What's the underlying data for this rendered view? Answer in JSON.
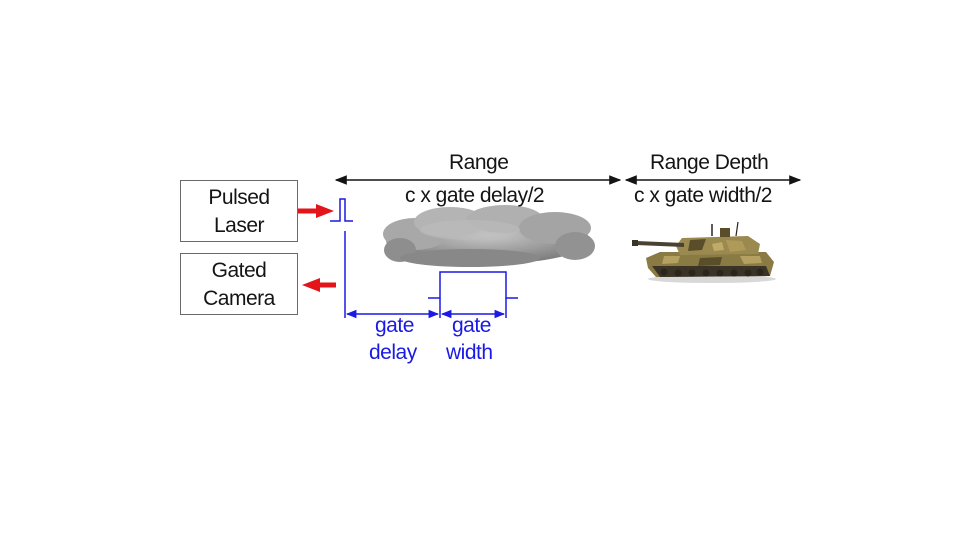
{
  "boxes": {
    "laser": {
      "line1": "Pulsed",
      "line2": "Laser"
    },
    "camera": {
      "line1": "Gated",
      "line2": "Camera"
    }
  },
  "range": {
    "title": "Range",
    "formula": "c x gate delay/2"
  },
  "range_depth": {
    "title": "Range Depth",
    "formula": "c x gate width/2"
  },
  "gate_delay": {
    "line1": "gate",
    "line2": "delay"
  },
  "gate_width": {
    "line1": "gate",
    "line2": "width"
  },
  "colors": {
    "text": "#141414",
    "signal": "#1a1ae6",
    "arrow": "#e3141a",
    "cloud": "#9a9a9a",
    "tank": "#7a6a3a"
  },
  "icons": [
    "red-arrow-icon",
    "cloud-icon",
    "tank-icon",
    "pulse-icon"
  ]
}
